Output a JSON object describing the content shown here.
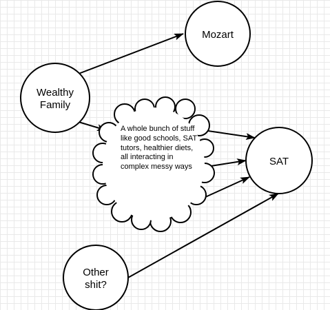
{
  "nodes": {
    "mozart": {
      "label": "Mozart"
    },
    "wealthy_family": {
      "line1": "Wealthy",
      "line2": "Family"
    },
    "sat": {
      "label": "SAT"
    },
    "other": {
      "line1": "Other",
      "line2": "shit?"
    },
    "cloud": {
      "text": "A whole bunch of stuff like good schools, SAT tutors, healthier diets, all interacting in complex messy ways"
    }
  },
  "colors": {
    "stroke": "#000000",
    "fill": "#ffffff",
    "grid": "#e9e9e9"
  }
}
